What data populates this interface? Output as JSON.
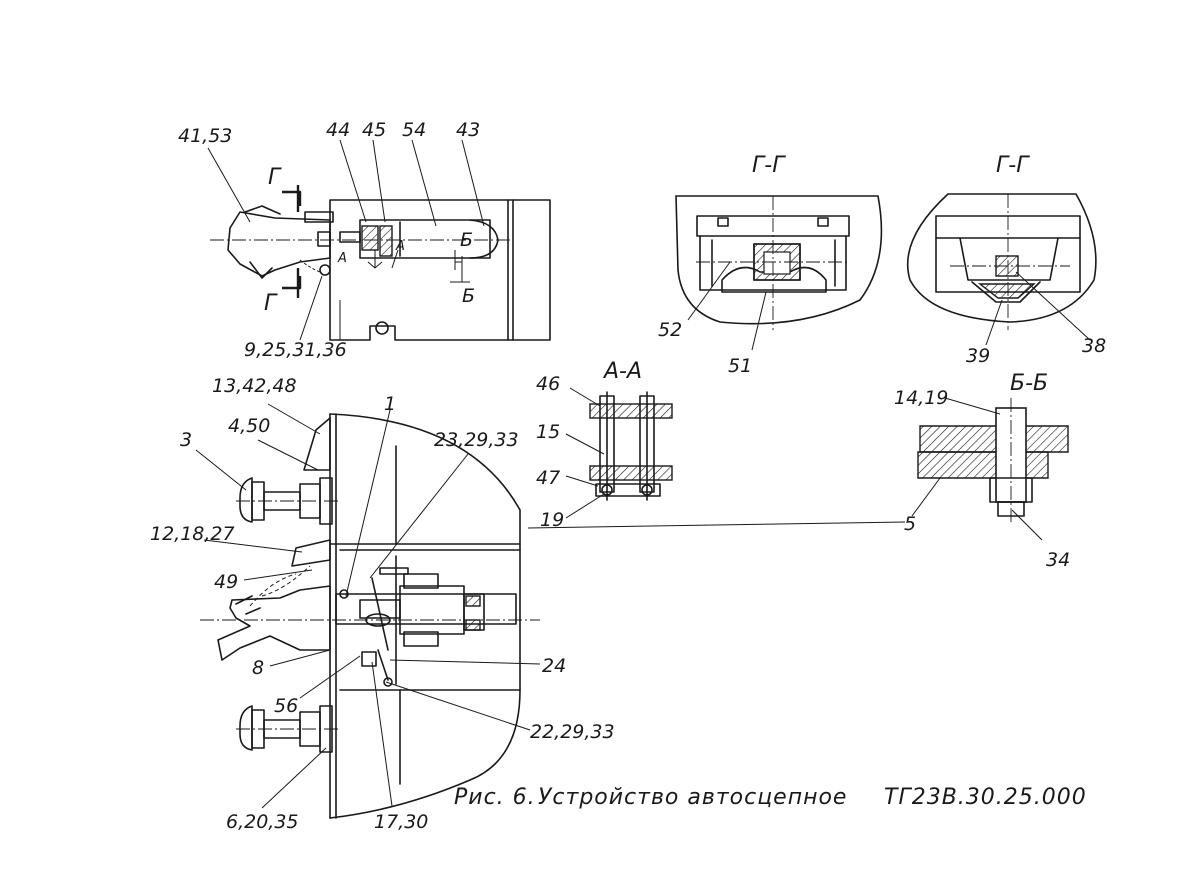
{
  "caption": {
    "figure": "Рис. 6.",
    "title": "Устройство автосцепное",
    "code": "ТГ23В.30.25.000"
  },
  "sections": {
    "gg1": "Г-Г",
    "gg2": "Г-Г",
    "aa": "А-А",
    "bb": "Б-Б",
    "cut_g": "Г",
    "cut_b": "Б",
    "cut_a": "А"
  },
  "labels": {
    "l41_53": "41,53",
    "l44": "44",
    "l45": "45",
    "l54": "54",
    "l43": "43",
    "l9_25_31_36": "9,25,31,36",
    "l52": "52",
    "l51": "51",
    "l39": "39",
    "l38": "38",
    "l13_42_48": "13,42,48",
    "l4_50": "4,50",
    "l3": "3",
    "l1": "1",
    "l23_29_33": "23,29,33",
    "l12_18_27": "12,18,27",
    "l49": "49",
    "l8": "8",
    "l24": "24",
    "l56": "56",
    "l22_29_33": "22,29,33",
    "l6_20_35": "6,20,35",
    "l17_30": "17,30",
    "l46": "46",
    "l15": "15",
    "l47": "47",
    "l19": "19",
    "l14_19": "14,19",
    "l5": "5",
    "l34": "34"
  }
}
